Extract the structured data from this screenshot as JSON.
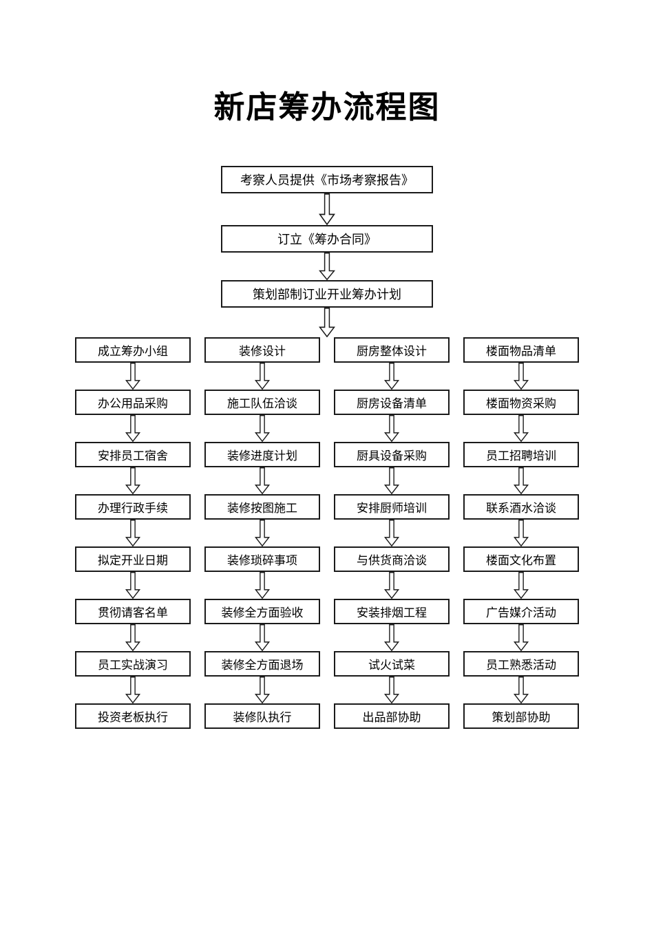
{
  "page": {
    "title": "新店筹办流程图",
    "background_color": "#ffffff",
    "line_color": "#1a1a1a",
    "box_fill_color": "#ffffff"
  },
  "icons": {
    "down_arrow": "hollow-block-down-arrow"
  },
  "top_flow": [
    {
      "label": "考察人员提供《市场考察报告》"
    },
    {
      "label": "订立《筹办合同》"
    },
    {
      "label": "策划部制订业开业筹办计划"
    }
  ],
  "columns": [
    {
      "steps": [
        "成立筹办小组",
        "办公用品采购",
        "安排员工宿舍",
        "办理行政手续",
        "拟定开业日期",
        "贯彻请客名单",
        "员工实战演习",
        "投资老板执行"
      ]
    },
    {
      "steps": [
        "装修设计",
        "施工队伍洽谈",
        "装修进度计划",
        "装修按图施工",
        "装修琐碎事项",
        "装修全方面验收",
        "装修全方面退场",
        "装修队执行"
      ]
    },
    {
      "steps": [
        "厨房整体设计",
        "厨房设备清单",
        "厨具设备采购",
        "安排厨师培训",
        "与供货商洽谈",
        "安装排烟工程",
        "试火试菜",
        "出品部协助"
      ]
    },
    {
      "steps": [
        "楼面物品清单",
        "楼面物资采购",
        "员工招聘培训",
        "联系酒水洽谈",
        "楼面文化布置",
        "广告媒介活动",
        "员工熟悉活动",
        "策划部协助"
      ]
    }
  ]
}
